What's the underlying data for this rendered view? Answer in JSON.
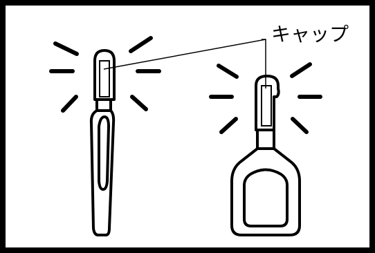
{
  "callout": {
    "label": "キャップ"
  },
  "colors": {
    "stroke": "#000000",
    "background": "#ffffff"
  },
  "objects": [
    {
      "id": "left-key",
      "icon": "key-with-cap-side-view"
    },
    {
      "id": "right-key",
      "icon": "key-with-cap-front-view"
    }
  ]
}
